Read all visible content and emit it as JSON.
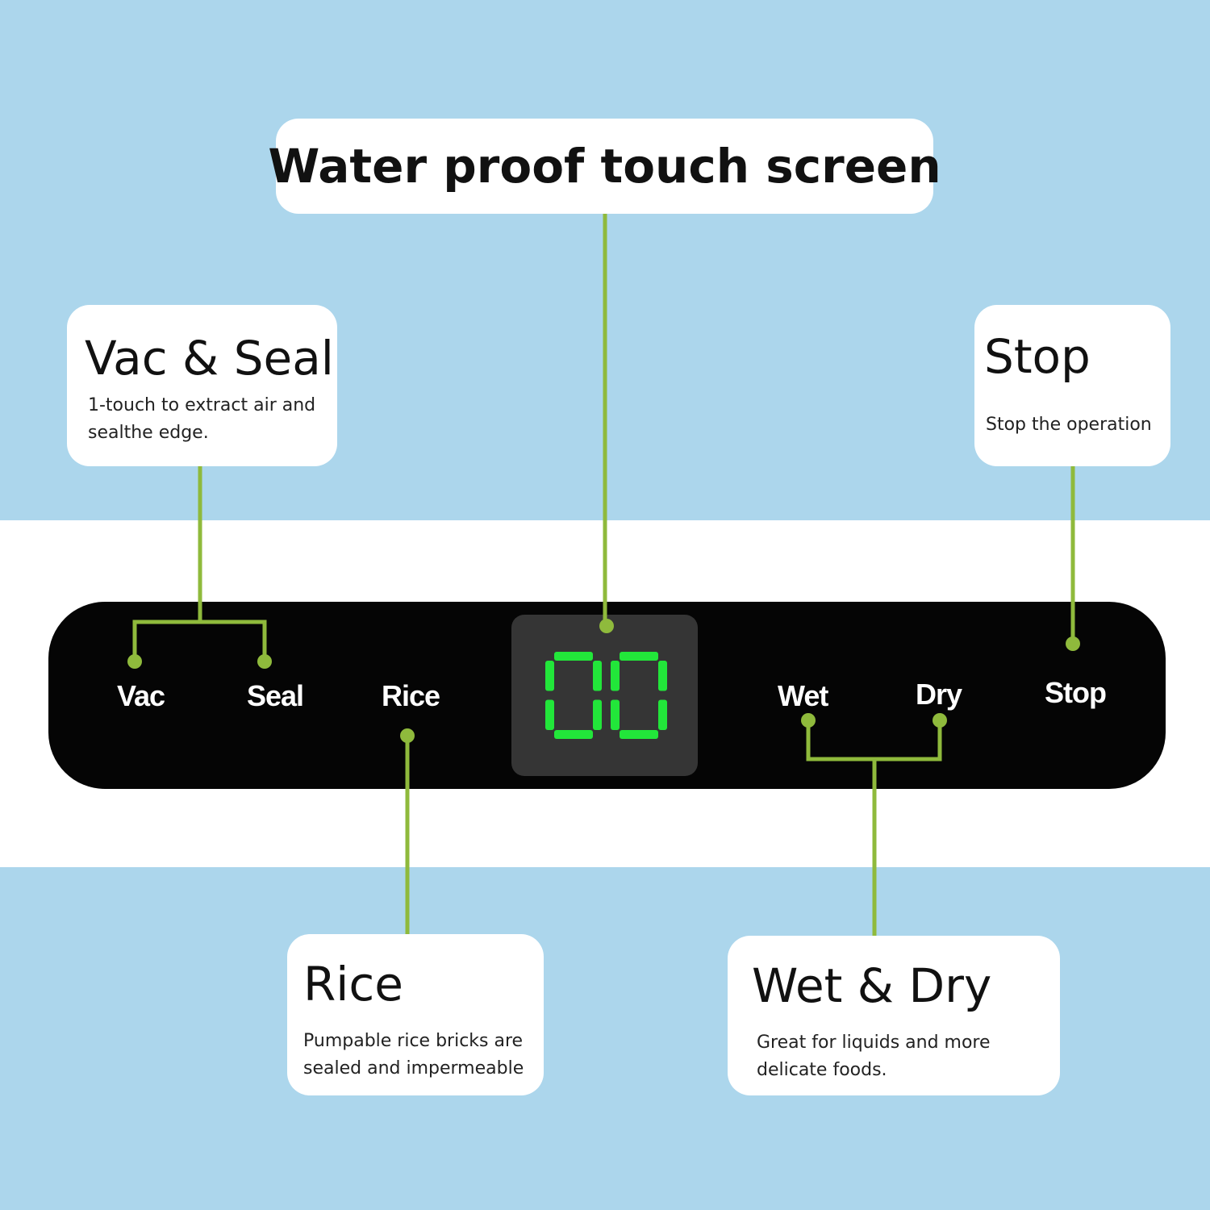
{
  "header": {
    "title": "Water proof touch screen"
  },
  "callouts": {
    "vac_seal": {
      "title": "Vac & Seal",
      "description": "1-touch to extract air and sealthe edge."
    },
    "stop": {
      "title": "Stop",
      "description": "Stop the operation"
    },
    "rice": {
      "title": "Rice",
      "description": "Pumpable rice bricks are sealed and impermeable"
    },
    "wet_dry": {
      "title": "Wet & Dry",
      "description": "Great for liquids and more delicate foods."
    }
  },
  "panel": {
    "buttons": {
      "vac": "Vac",
      "seal": "Seal",
      "rice": "Rice",
      "wet": "Wet",
      "dry": "Dry",
      "stop": "Stop"
    },
    "display": {
      "value": "00",
      "color": "#22e63a"
    }
  },
  "colors": {
    "background_blue": "#acd6ec",
    "band_white": "#ffffff",
    "panel_black": "#050505",
    "display_bg": "#353535",
    "callout_line": "#8fba3c"
  }
}
